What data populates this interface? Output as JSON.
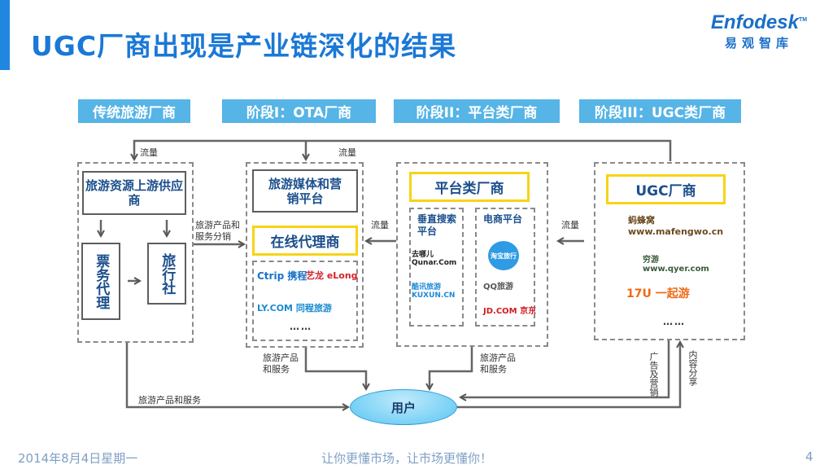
{
  "header": {
    "title": "UGC厂商出现是产业链深化的结果",
    "logo_en": "Enfodesk",
    "logo_tm": "TM",
    "logo_cn": "易观智库"
  },
  "stages": [
    "传统旅游厂商",
    "阶段I：OTA厂商",
    "阶段II：平台类厂商",
    "阶段III：UGC类厂商"
  ],
  "traditional": {
    "top": "旅游资源上游供应商",
    "ticket": "票务代理",
    "agency": "旅行社"
  },
  "ota": {
    "top": "旅游媒体和营销平台",
    "highlight": "在线代理商",
    "logos": [
      "Ctrip 携程",
      "艺龙 eLong",
      "LY.COM 同程旅游"
    ],
    "more": "……"
  },
  "platform": {
    "highlight": "平台类厂商",
    "vertical_title": "垂直搜索平台",
    "ecommerce_title": "电商平台",
    "vertical_logos": [
      "去哪儿 Qunar.Com",
      "酷讯旅游 KUXUN.CN"
    ],
    "ecommerce_logos": [
      "淘宝旅行",
      "QQ旅游",
      "JD.COM 京东"
    ]
  },
  "ugc": {
    "highlight": "UGC厂商",
    "logos": [
      "蚂蜂窝 www.mafengwo.cn",
      "穷游 www.qyer.com",
      "17U 一起游"
    ],
    "more": "……"
  },
  "flows": {
    "traffic": "流量",
    "distribution": "旅游产品和服务分销",
    "products_services": "旅游产品和服务",
    "products_services_2": "旅游产品和服务",
    "products_services_3": "旅游产品和服务",
    "ads": "广告及营销",
    "content_share": "内容分享"
  },
  "user": "用户",
  "footer": {
    "date": "2014年8月4日星期一",
    "slogan": "让你更懂市场，让市场更懂你！",
    "page": "4"
  },
  "colors": {
    "title": "#1a78d6",
    "stage": "#56b4e6",
    "highlight_border": "#f7d417",
    "box_text": "#1b4f8c"
  }
}
